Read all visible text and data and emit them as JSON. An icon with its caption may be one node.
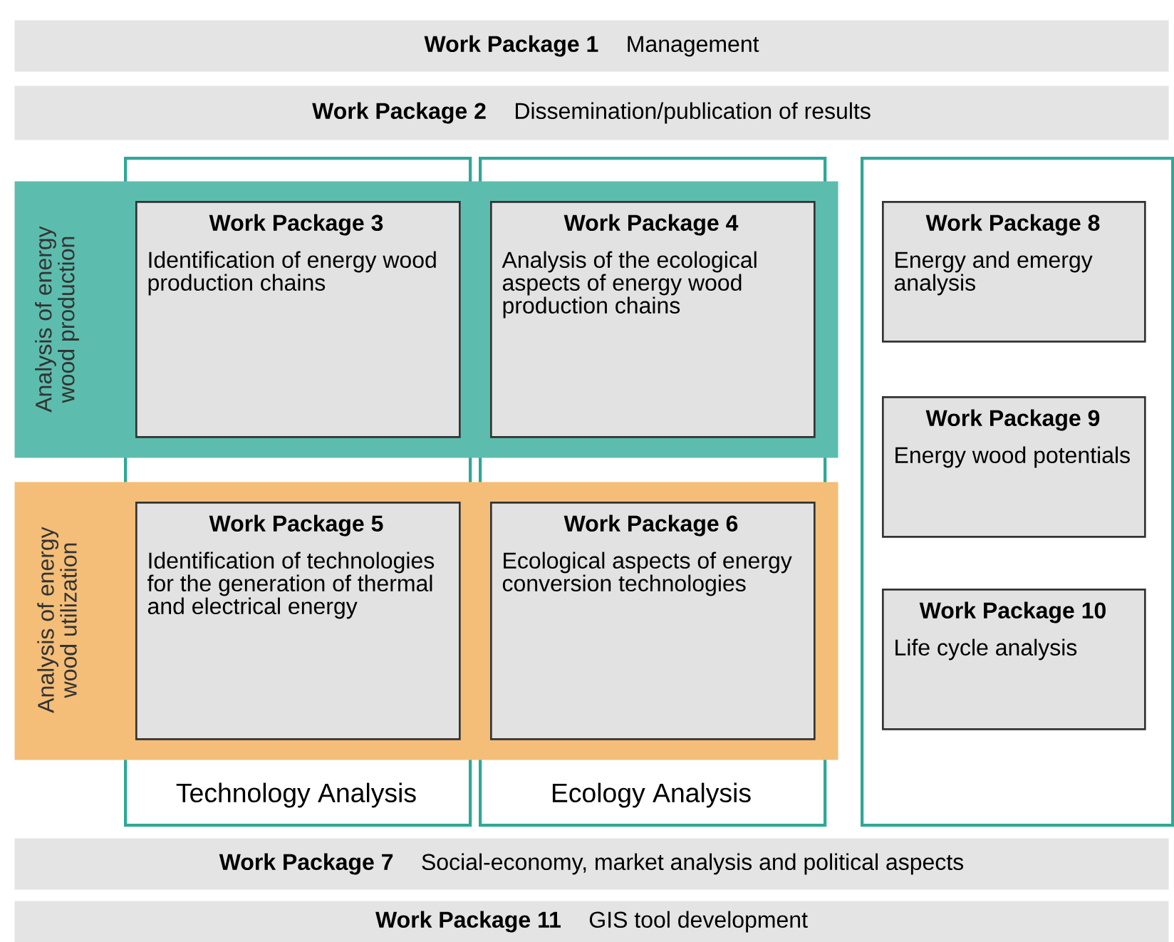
{
  "diagram": {
    "nodes": [
      {
        "text": [
          "Work Package 1",
          "Management"
        ]
      },
      {
        "text": [
          "Work Package 2",
          "Dissemination/publication of results"
        ]
      },
      {
        "text": [
          "Technology Analysis"
        ]
      },
      {
        "text": [
          "Ecology Analysis"
        ]
      },
      {
        "text": [],
        "shape": "box"
      },
      {
        "text": [
          "Analysis of energy wood production"
        ]
      },
      {
        "text": [
          "Work Package 3",
          "Identification of energy wood production chains"
        ]
      },
      {
        "text": [
          "Work Package 4",
          "Analysis of the ecological aspects of energy wood production chains"
        ]
      },
      {
        "text": [
          "Analysis of energy wood utilization"
        ]
      },
      {
        "text": [
          "Work Package 5",
          "Identification of technologies for the generation of thermal and electrical energy"
        ]
      },
      {
        "text": [
          "Work Package 6",
          "Ecological aspects of energy conversion technologies"
        ]
      },
      {
        "text": [
          "Work Package 8",
          "Energy and emergy analysis"
        ],
        "in": 4
      },
      {
        "text": [
          "Work Package 9",
          "Energy wood potentials"
        ],
        "in": 4
      },
      {
        "text": [
          "Work Package 10",
          "Life cycle analysis"
        ],
        "in": 4
      },
      {
        "text": [
          "Work Package 7",
          "Social-economy, market analysis and political aspects"
        ]
      },
      {
        "text": [
          "Work Package 11",
          "GIS tool development"
        ]
      }
    ]
  }
}
